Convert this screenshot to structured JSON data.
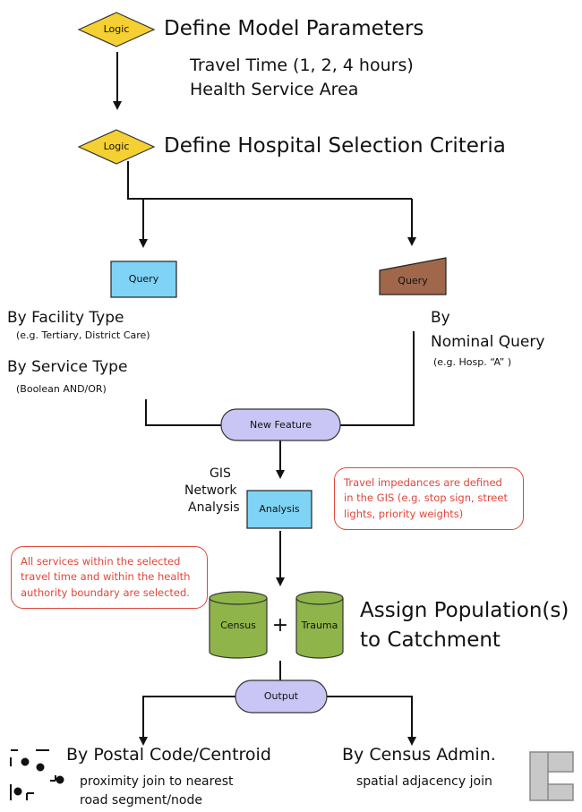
{
  "steps": {
    "step1": {
      "badge": "Logic",
      "title": "Define Model Parameters",
      "lines": [
        "Travel Time (1, 2, 4 hours)",
        "Health Service Area"
      ]
    },
    "step2": {
      "badge": "Logic",
      "title": "Define Hospital Selection Criteria"
    }
  },
  "branches": {
    "left": {
      "node": "Query",
      "title1": "By Facility Type",
      "note1": "(e.g. Tertiary, District Care)",
      "title2": "By Service Type",
      "note2": "(Boolean AND/OR)"
    },
    "right": {
      "node": "Query",
      "title1": "By",
      "title2": "Nominal Query",
      "note": "(e.g. Hosp. “A” )"
    }
  },
  "merge": {
    "node": "New Feature"
  },
  "analysis": {
    "label_lines": [
      "GIS",
      "Network",
      "Analysis"
    ],
    "node": "Analysis",
    "note_right": "Travel impedances are defined in the GIS (e.g. stop sign, street lights, priority weights)",
    "note_left": "All services within the selected travel time and within the health authority boundary are selected."
  },
  "population": {
    "db1": "Census",
    "plus": "+",
    "db2": "Trauma",
    "title_lines": [
      "Assign Population(s)",
      "to Catchment"
    ]
  },
  "output": {
    "node": "Output",
    "left": {
      "title": "By Postal Code/Centroid",
      "lines": [
        "proximity join to nearest",
        "road segment/node"
      ]
    },
    "right": {
      "title": "By Census Admin.",
      "line": "spatial adjacency join"
    }
  },
  "colors": {
    "logic": "#f5d033",
    "query_left": "#7fd4f5",
    "query_right": "#a0674b",
    "process": "#c9c6f5",
    "database": "#8fb54a",
    "note": "#e0463a",
    "polygon": "#c8c8c8"
  }
}
